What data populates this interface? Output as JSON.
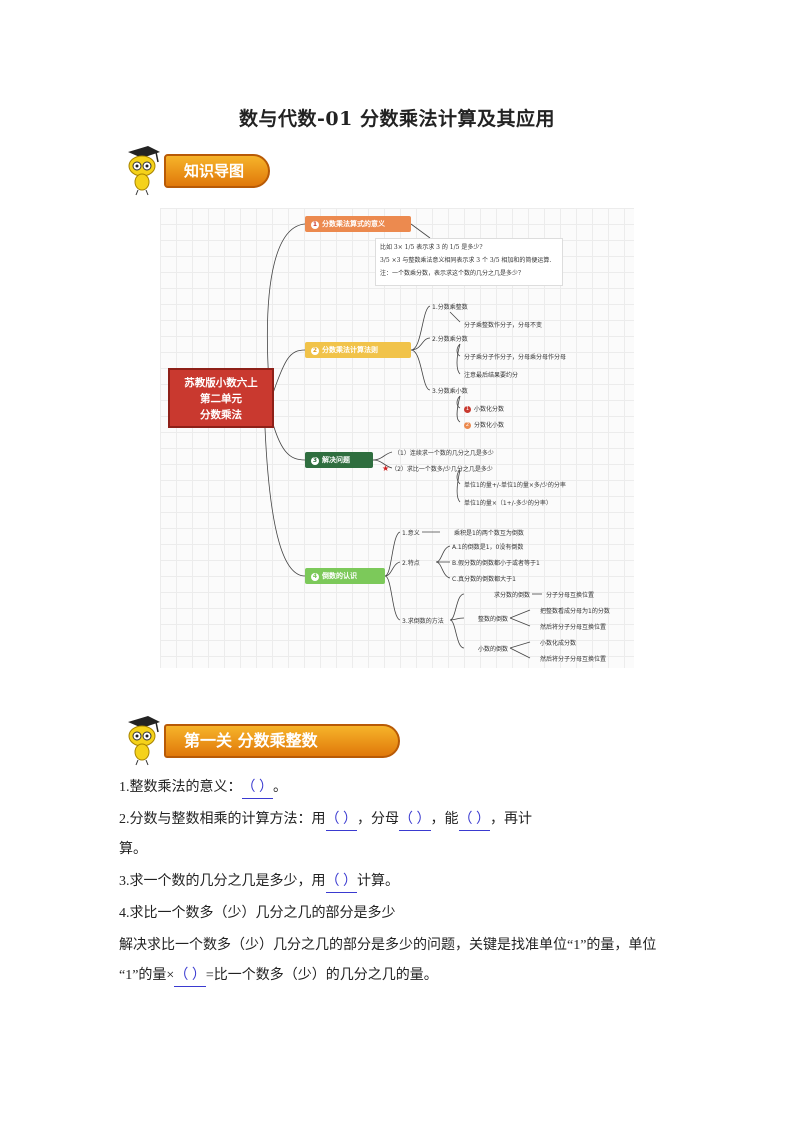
{
  "title": "数与代数-01 分数乘法计算及其应用",
  "banner1": "知识导图",
  "banner2": "第一关  分数乘整数",
  "mindmap": {
    "root": [
      "苏教版小数六上",
      "第二单元",
      "分数乘法"
    ],
    "b1": {
      "num": "1",
      "label": "分数乘法算式的意义"
    },
    "note": [
      "比如 3× 1/5 表示求 3 的 1/5 是多少?",
      "3/5 ×3 与整数乘法意义相同表示求 3 个 3/5 相加和的简便运算.",
      "注：一个数乘分数，表示求这个数的几分之几是多少？"
    ],
    "b2": {
      "num": "2",
      "label": "分数乘法计算法则"
    },
    "b2_items": [
      "1.分数乘整数",
      "分子乘整数作分子，分母不变",
      "2.分数乘分数",
      "分子乘分子作分子，分母乘分母作分母",
      "注意最后结果要约分",
      "3.分数乘小数",
      "小数化分数",
      "分数化小数"
    ],
    "b3": {
      "num": "3",
      "label": "解决问题"
    },
    "b3_items": [
      "（1）连续求一个数的几分之几是多少",
      "（2）求比一个数多/少几分之几是多少",
      "单位1的量+/-单位1的量×多/少的分率",
      "单位1的量×（1+/-多少的分率）"
    ],
    "b4": {
      "num": "4",
      "label": "倒数的认识"
    },
    "b4_items": [
      "1.意义",
      "乘积是1的两个数互为倒数",
      "2.特点",
      "A.1的倒数是1，0没有倒数",
      "B.假分数的倒数都小于或者等于1",
      "C.真分数的倒数都大于1",
      "3.求倒数的方法",
      "求分数的倒数",
      "分子分母互换位置",
      "整数的倒数",
      "把整数看成分母为1的分数",
      "然后将分子分母互换位置",
      "小数的倒数",
      "小数化成分数",
      "然后将分子分母互换位置"
    ]
  },
  "questions": {
    "q1": {
      "pre": "1.整数乘法的意义：",
      "blank": "（            ）",
      "post": "。"
    },
    "q2": {
      "pre": "2.分数与整数相乘的计算方法：用",
      "b1": "（            ）",
      "mid1": "，分母",
      "b2": "（        ）",
      "mid2": "，能",
      "b3": "（        ）",
      "post": "，再计",
      "line2": "算。"
    },
    "q3": {
      "pre": "3.求一个数的几分之几是多少，用",
      "blank": "（        ）",
      "post": "计算。"
    },
    "q4": {
      "title": "4.求比一个数多（少）几分之几的部分是多少",
      "line1": "解决求比一个数多（少）几分之几的部分是多少的问题，关键是找准单位“1”的量，单位",
      "line2_pre": "“1”的量×",
      "blank": "（        ）",
      "line2_post": "=比一个数多（少）的几分之几的量。"
    }
  }
}
